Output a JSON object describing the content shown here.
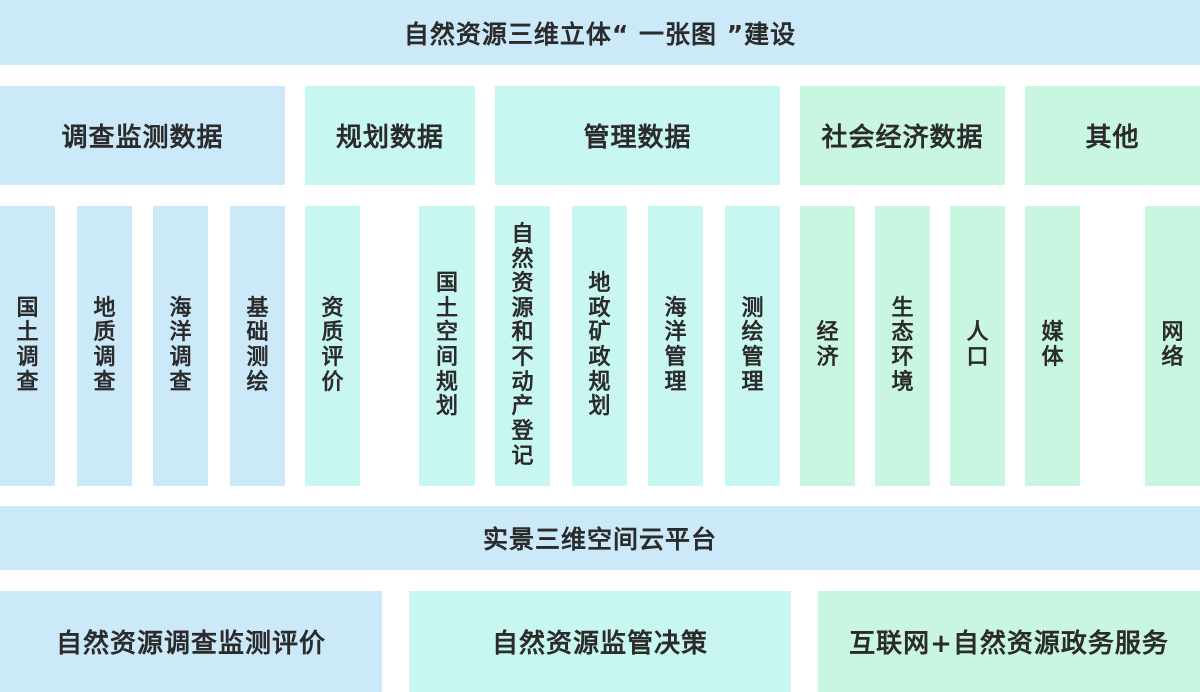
{
  "title": "自然资源三维立体“ 一张图 ”建设",
  "categories": [
    "调查监测数据",
    "规划数据",
    "管理数据",
    "社会经济数据",
    "其他"
  ],
  "items": [
    "国土调查",
    "地质调查",
    "海洋调查",
    "基础测绘",
    "资质评价",
    "国土空间规划",
    "自然资源和不动产登记",
    "地政矿政规划",
    "海洋管理",
    "测绘管理",
    "经济",
    "生态环境",
    "人口",
    "媒体",
    "网络"
  ],
  "platform": "实景三维空间云平台",
  "applications": [
    "自然资源调查监测评价",
    "自然资源监管决策",
    "互联网+自然资源政务服务"
  ],
  "colors": {
    "blue": "#cbe9f9",
    "teal": "#c8f6f1",
    "green": "#c9f6e0",
    "text": "#2b2b2b"
  }
}
